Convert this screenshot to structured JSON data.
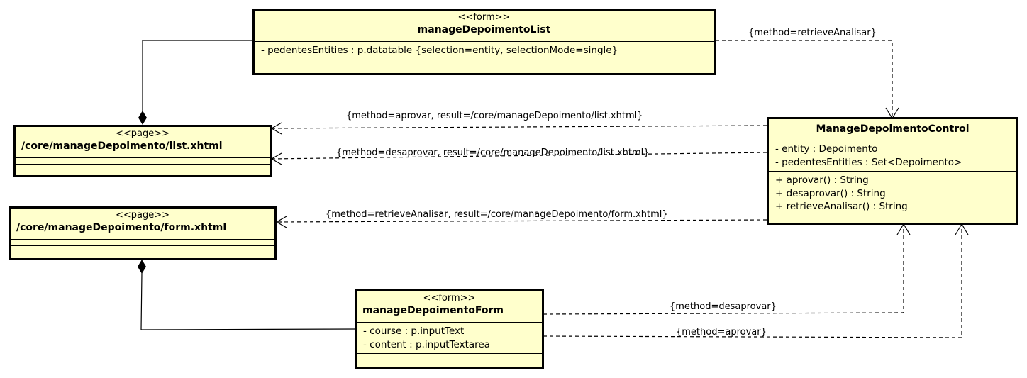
{
  "classes": {
    "list_form": {
      "stereotype": "<<form>>",
      "name": "manageDepoimentoList",
      "attributes": [
        "- pedentesEntities : p.datatable {selection=entity, selectionMode=single}"
      ]
    },
    "list_page": {
      "stereotype": "<<page>>",
      "name": "/core/manageDepoimento/list.xhtml"
    },
    "form_page": {
      "stereotype": "<<page>>",
      "name": "/core/manageDepoimento/form.xhtml"
    },
    "form_form": {
      "stereotype": "<<form>>",
      "name": "manageDepoimentoForm",
      "attributes": [
        "- course : p.inputText",
        "- content : p.inputTextarea"
      ]
    },
    "control": {
      "name": "ManageDepoimentoControl",
      "attributes": [
        "- entity : Depoimento",
        "- pedentesEntities : Set<Depoimento>"
      ],
      "operations": [
        "+ aprovar() : String",
        "+ desaprovar() : String",
        "+ retrieveAnalisar() : String"
      ]
    }
  },
  "relations": {
    "retrieve_top": "{method=retrieveAnalisar}",
    "aprovar_list": "{method=aprovar, result=/core/manageDepoimento/list.xhtml}",
    "desaprovar_list": "{method=desaprovar, result=/core/manageDepoimento/list.xhtml}",
    "retrieve_form": "{method=retrieveAnalisar, result=/core/manageDepoimento/form.xhtml}",
    "desaprovar_form": "{method=desaprovar}",
    "aprovar_form": "{method=aprovar}"
  },
  "colors": {
    "class_fill": "#ffffcc",
    "line": "#000000"
  }
}
